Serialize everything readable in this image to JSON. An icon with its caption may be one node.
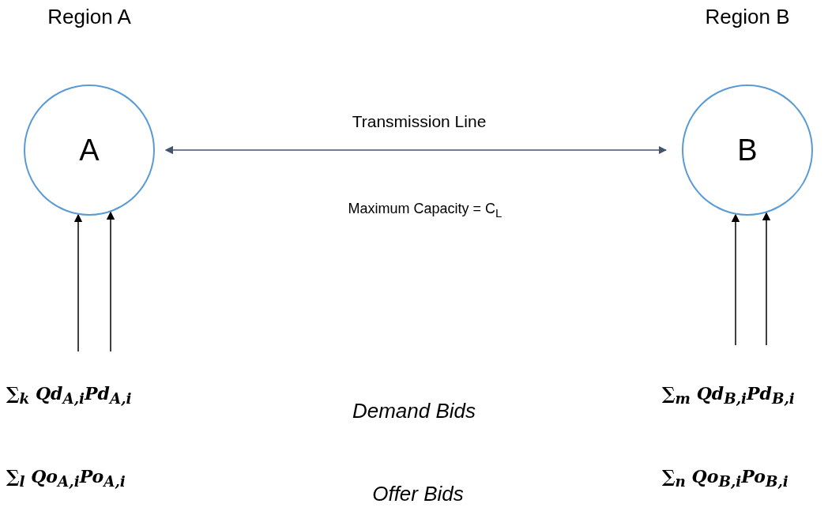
{
  "diagram": {
    "nodes": [
      {
        "text": [
          "A"
        ],
        "beside": [
          "Region A"
        ]
      },
      {
        "text": [
          "B"
        ],
        "beside": [
          "Region B"
        ]
      }
    ],
    "edges": [
      {
        "from": 0,
        "to": 1,
        "arrow": "both",
        "label": "Transmission Line",
        "color": "#44546a"
      },
      {
        "from": null,
        "to": 0,
        "arrow": "to"
      },
      {
        "from": null,
        "to": 0,
        "arrow": "to"
      },
      {
        "from": null,
        "to": 1,
        "arrow": "to"
      },
      {
        "from": null,
        "to": 1,
        "arrow": "to"
      }
    ],
    "labels": [
      "Maximum Capacity = C$_{L}$",
      "∑$_{k}$ Qd$_{A,i}$Pd$_{A,i}$",
      "Demand Bids",
      "∑$_{m}$ Qd$_{B,i}$Pd$_{B,i}$",
      "∑$_{l}$ Qo$_{A,i}$Po$_{A,i}$",
      "Offer Bids",
      "∑$_{n}$ Qo$_{B,i}$Po$_{B,i}$"
    ]
  }
}
